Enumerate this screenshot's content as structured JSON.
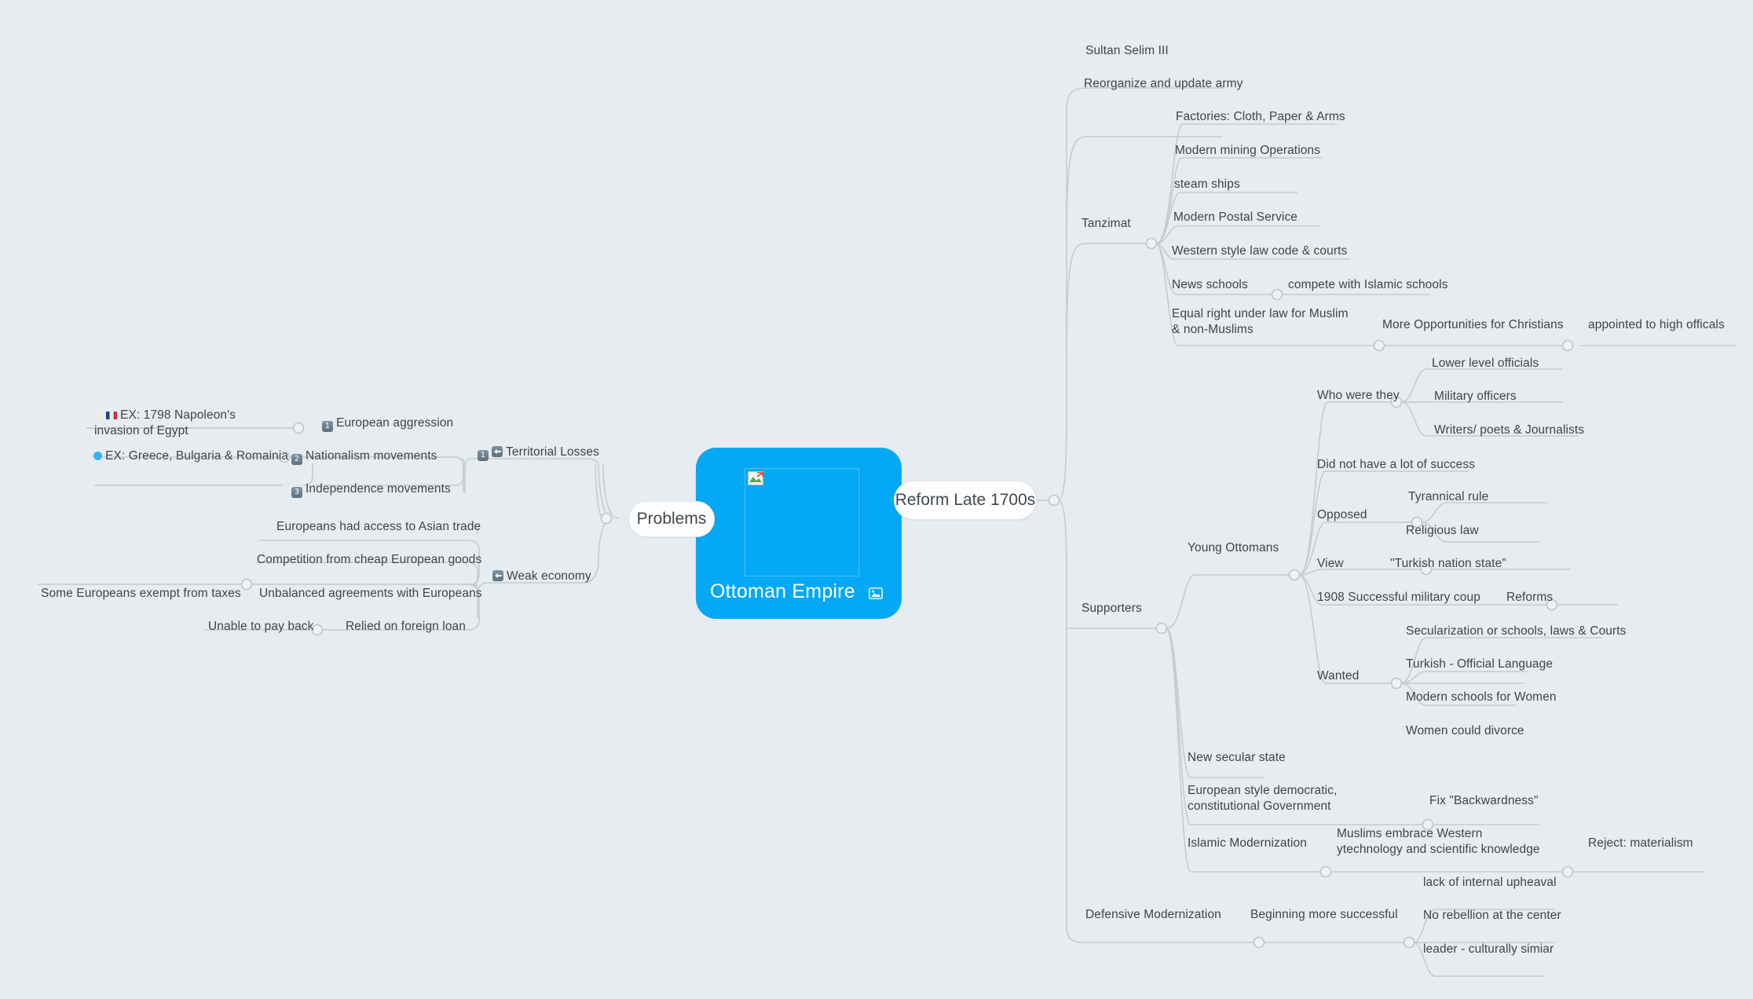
{
  "document": {
    "type": "mind-map",
    "background_color": "#e6ecef",
    "line_color": "#c3ccd1",
    "accent_color": "#04a8f4",
    "text_color": "#3e454a"
  },
  "root": {
    "title": "Ottoman Empire",
    "image_placeholder": "broken-image-icon",
    "image_badge_icon": "image-icon"
  },
  "branches": {
    "problems": {
      "label": "Problems",
      "territorial_losses": {
        "label": "Territorial Losses",
        "badges": [
          "keycap-1",
          "left-arrow"
        ],
        "children": [
          {
            "label": "European aggression",
            "badge": "keycap-1",
            "children": [
              {
                "label": "EX: 1798 Napoleon's invasion of Egypt",
                "badges": [
                  "pale-circle",
                  "flag-france"
                ]
              }
            ]
          },
          {
            "label": "Nationalism movements",
            "badge": "keycap-2",
            "children": [
              {
                "label": "EX: Greece, Bulgaria & Romainia",
                "badges": [
                  "blue-circle"
                ]
              }
            ]
          },
          {
            "label": "Independence movements",
            "badge": "keycap-3",
            "children": []
          }
        ]
      },
      "weak_economy": {
        "label": "Weak economy",
        "badges": [
          "left-arrow"
        ],
        "children": [
          {
            "label": "Europeans had access to Asian trade",
            "children": []
          },
          {
            "label": "Competition from cheap European goods",
            "children": []
          },
          {
            "label": "Unbalanced agreements with Europeans",
            "children": [
              {
                "label": "Some Europeans exempt from taxes"
              }
            ]
          },
          {
            "label": "Relied on foreign loan",
            "children": [
              {
                "label": "Unable to pay back"
              }
            ]
          }
        ]
      }
    },
    "reform": {
      "label": "Reform Late 1700s",
      "children": [
        {
          "label": "Sultan Selim III"
        },
        {
          "label": "Reorganize and update army"
        },
        {
          "label": "Tanzimat",
          "children": [
            {
              "label": "Factories: Cloth, Paper & Arms"
            },
            {
              "label": "Modern mining Operations"
            },
            {
              "label": "steam ships"
            },
            {
              "label": "Modern Postal Service"
            },
            {
              "label": "Western style law code & courts"
            },
            {
              "label": "News schools",
              "children": [
                {
                  "label": "compete with Islamic schools"
                }
              ]
            },
            {
              "label": "Equal right under law for Muslim & non-Muslims",
              "children": [
                {
                  "label": "More Opportunities for Christians",
                  "children": [
                    {
                      "label": "appointed to high officals"
                    }
                  ]
                }
              ]
            }
          ]
        },
        {
          "label": "Supporters",
          "children": [
            {
              "label": "Young Ottomans",
              "children": [
                {
                  "label": "Who were they",
                  "children": [
                    {
                      "label": "Lower level  officials"
                    },
                    {
                      "label": "Military officers"
                    },
                    {
                      "label": "Writers/ poets & Journalists"
                    }
                  ]
                },
                {
                  "label": "Did not have a lot of success"
                },
                {
                  "label": "Opposed",
                  "children": [
                    {
                      "label": "Tyrannical rule"
                    },
                    {
                      "label": "Religious law"
                    }
                  ]
                },
                {
                  "label": "View",
                  "children": [
                    {
                      "label": "\"Turkish nation state\""
                    }
                  ]
                },
                {
                  "label": "1908 Successful military coup",
                  "children": [
                    {
                      "label": "Reforms"
                    }
                  ]
                },
                {
                  "label": "Wanted",
                  "children": [
                    {
                      "label": "Secularization or schools, laws & Courts"
                    },
                    {
                      "label": "Turkish - Official Language"
                    },
                    {
                      "label": "Modern schools for Women"
                    },
                    {
                      "label": "Women could divorce"
                    }
                  ]
                }
              ]
            },
            {
              "label": "New secular state"
            },
            {
              "label": "European style democratic, constitutional Government",
              "children": [
                {
                  "label": "Fix \"Backwardness\""
                }
              ]
            },
            {
              "label": "Islamic Modernization",
              "children": [
                {
                  "label": "Muslims embrace Western ytechnology and scientific knowledge",
                  "children": [
                    {
                      "label": "Reject: materialism"
                    }
                  ]
                }
              ]
            }
          ]
        },
        {
          "label": "Defensive Modernization",
          "children": [
            {
              "label": "Beginning more successful",
              "children": [
                {
                  "label": "lack of internal upheaval"
                },
                {
                  "label": "No rebellion at the center"
                },
                {
                  "label": "leader - culturally simiar"
                }
              ]
            }
          ]
        }
      ]
    }
  }
}
